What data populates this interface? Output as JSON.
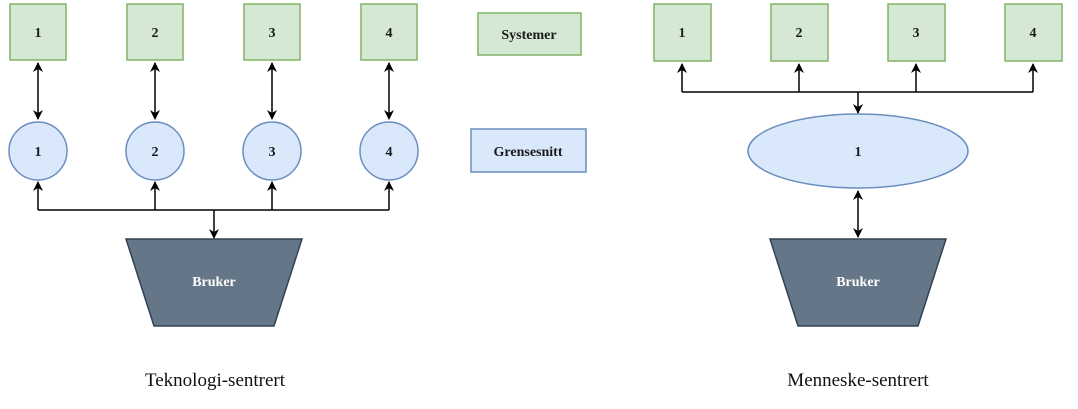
{
  "colors": {
    "system_fill": "#d5e8d4",
    "system_stroke": "#82b366",
    "interface_fill": "#dae8fc",
    "interface_stroke": "#6c8ebf",
    "user_fill": "#647687",
    "user_stroke": "#314354",
    "edge": "#000000"
  },
  "legend": {
    "systems_label": "Systemer",
    "interface_label": "Grensesnitt"
  },
  "left": {
    "caption": "Teknologi-sentrert",
    "systems": [
      "1",
      "2",
      "3",
      "4"
    ],
    "interfaces": [
      "1",
      "2",
      "3",
      "4"
    ],
    "user_label": "Bruker"
  },
  "right": {
    "caption": "Menneske-sentrert",
    "systems": [
      "1",
      "2",
      "3",
      "4"
    ],
    "interface": "1",
    "user_label": "Bruker"
  }
}
